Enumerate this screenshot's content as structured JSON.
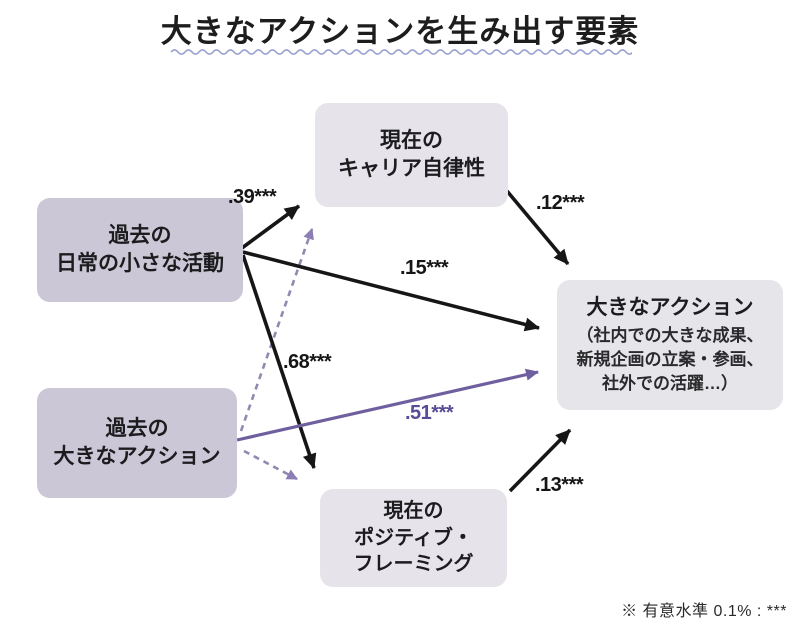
{
  "title": "大きなアクションを生み出す要素",
  "boxes": {
    "current_career_autonomy": {
      "line1": "現在の",
      "line2": "キャリア自律性"
    },
    "past_small_activities": {
      "line1": "過去の",
      "line2": "日常の小さな活動"
    },
    "past_big_actions": {
      "line1": "過去の",
      "line2": "大きなアクション"
    },
    "current_positive_framing": {
      "line1": "現在の",
      "line2": "ポジティブ・",
      "line3": "フレーミング"
    },
    "big_action": {
      "title": "大きなアクション",
      "desc1": "（社内での大きな成果、",
      "desc2": "新規企画の立案・参画、",
      "desc3": "社外での活躍…）"
    }
  },
  "coefficients": {
    "small_to_autonomy": ".39***",
    "autonomy_to_big": ".12***",
    "small_to_big": ".15***",
    "small_to_framing": ".68***",
    "pastbig_to_big": ".51***",
    "framing_to_big": ".13***"
  },
  "footnote": "※ 有意水準 0.1% : ***",
  "colors": {
    "black_arrow": "#161616",
    "purple_arrow": "#6f5f9f",
    "dashed_arrow": "#9189b0",
    "dashed_arrowhead": "#8c7eb4",
    "left_box_fill": "#cbc7d7",
    "mid_box_fill": "#e6e4ea",
    "right_box_fill": "#e6e5e9",
    "wavy_underline": "#98a0ce",
    "purple_label": "#5a4b96"
  }
}
